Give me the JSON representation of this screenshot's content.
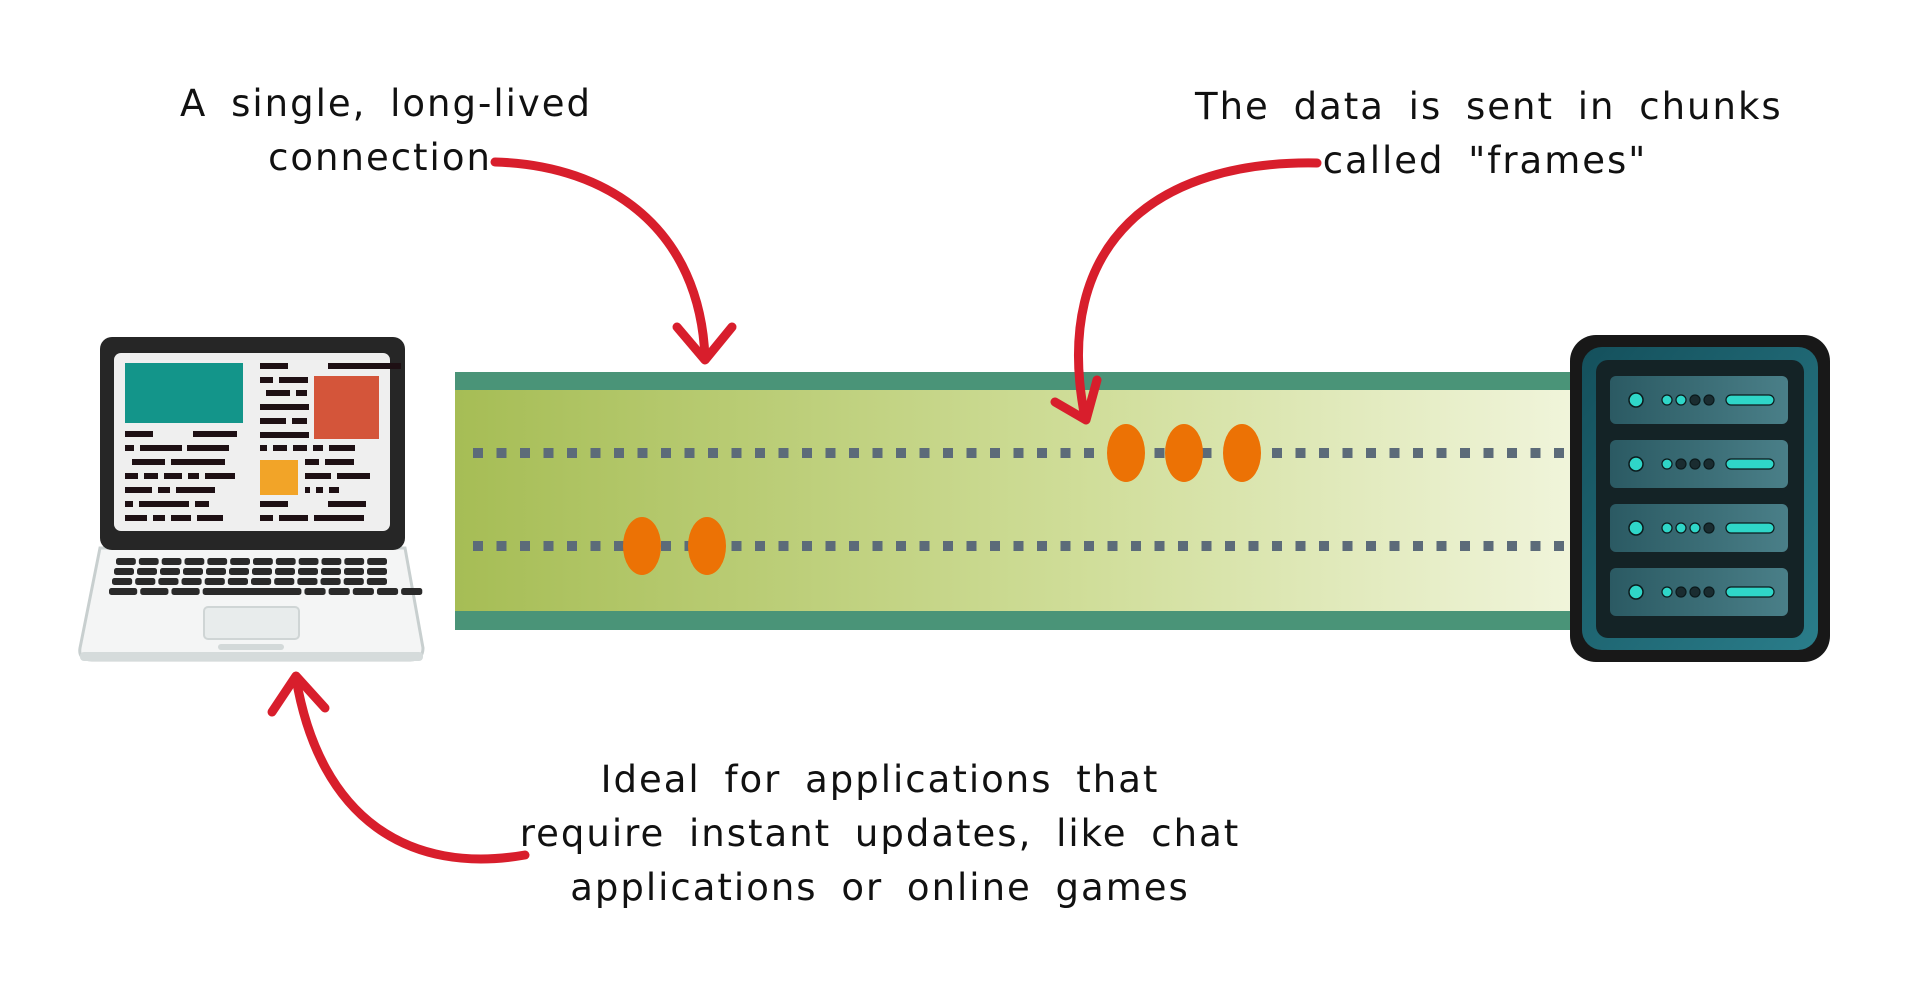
{
  "diagram": {
    "title": "Long-lived connection between client and server",
    "annotations": {
      "connection": [
        "A single, long-lived",
        "connection"
      ],
      "frames": [
        "The data is sent in chunks",
        "called \"frames\""
      ],
      "use_cases": [
        "Ideal for applications that",
        "require instant updates, like chat",
        "applications or online games"
      ]
    },
    "nodes": {
      "client": {
        "name": "laptop",
        "icon": "laptop-icon"
      },
      "server": {
        "name": "server",
        "icon": "server-rack-icon",
        "units": 4
      }
    },
    "channel": {
      "lanes": 2,
      "upper_lane_frames": 3,
      "lower_lane_frames": 2
    },
    "colors": {
      "arrow": "#d81e2c",
      "tube_border": "#4a9478",
      "tube_fill_left": "#a8be5a",
      "tube_fill_right": "#eef3d6",
      "frame": "#ec7205",
      "dots": "#5c6b79",
      "server_body": "#1d5e6b",
      "server_led": "#2fd6c8",
      "screen_teal": "#13958a",
      "screen_red": "#d4553a",
      "screen_orange": "#f2a428"
    }
  }
}
